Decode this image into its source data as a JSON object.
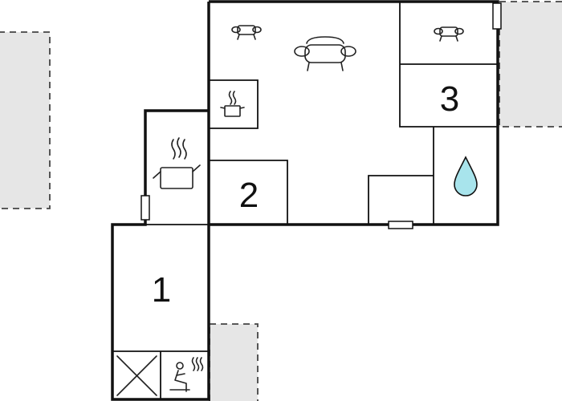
{
  "floorplan": {
    "rooms": [
      {
        "id": "bedroom-1",
        "label": "1"
      },
      {
        "id": "bedroom-2",
        "label": "2"
      },
      {
        "id": "bedroom-3",
        "label": "3"
      }
    ],
    "icons": [
      "sofa-icon",
      "armchair-icon",
      "cooking-pot-icon",
      "stove-pot-icon",
      "water-drop-icon",
      "sauna-icon",
      "cross-box-icon"
    ],
    "colors": {
      "wall": "#111111",
      "terrace_fill": "#e6e6e6",
      "water_drop": "#a8e4ec",
      "background": "#ffffff"
    }
  }
}
